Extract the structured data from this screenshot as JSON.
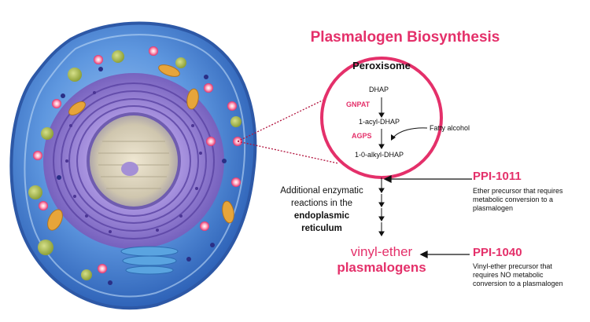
{
  "title": "Plasmalogen Biosynthesis",
  "peroxisome": {
    "label": "Peroxisome",
    "steps": [
      "DHAP",
      "1-acyl-DHAP",
      "1-0-alkyl-DHAP"
    ],
    "enzymes": [
      "GNPAT",
      "AGPS"
    ],
    "input": "Fatty alcohol"
  },
  "er_step": {
    "line1": "Additional enzymatic",
    "line2": "reactions in the",
    "line3": "endoplasmic",
    "line4": "reticulum"
  },
  "products": {
    "line1": "vinyl-ether",
    "line2": "plasmalogens"
  },
  "ppi_1011": {
    "name": "PPI-1011",
    "description": [
      "Ether precursor that requires",
      "metabolic conversion to a",
      "plasmalogen"
    ]
  },
  "ppi_1040": {
    "name": "PPI-1040",
    "description": [
      "Vinyl-ether precursor that",
      "requires NO metabolic",
      "conversion to a plasmalogen"
    ]
  },
  "colors": {
    "accent": "#e4306a",
    "cell_blue": "#3f7fd6",
    "organelle_purple": "#8a6fd0"
  },
  "illustration": {
    "subject": "eukaryotic-cell-cutaway",
    "icon": "cell-illustration"
  }
}
